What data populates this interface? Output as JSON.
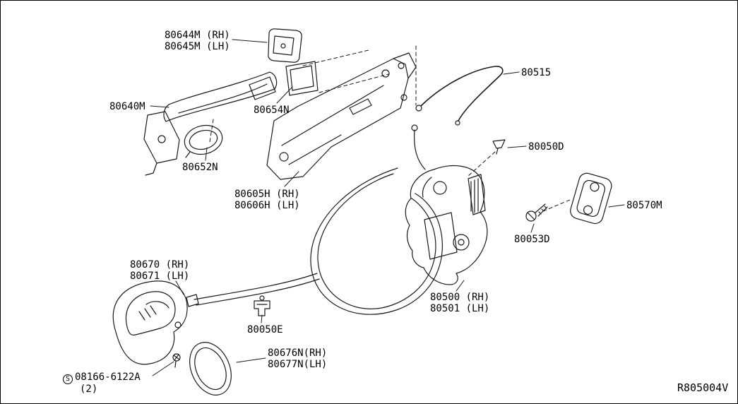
{
  "diagram": {
    "ref_code": "R805004V",
    "labels": {
      "handle_cap": {
        "l1": "80644M (RH)",
        "l2": "80645M (LH)"
      },
      "outside_handle": {
        "l1": "80640M"
      },
      "gasket_front": {
        "l1": "80654N"
      },
      "gasket_rear": {
        "l1": "80652N"
      },
      "handle_base": {
        "l1": "80605H (RH)",
        "l2": "80606H (LH)"
      },
      "lock_rod": {
        "l1": "80515"
      },
      "grommet": {
        "l1": "80050D"
      },
      "striker": {
        "l1": "80570M"
      },
      "striker_screw": {
        "l1": "80053D"
      },
      "door_lock": {
        "l1": "80500 (RH)",
        "l2": "80501 (LH)"
      },
      "inside_handle": {
        "l1": "80670 (RH)",
        "l2": "80671 (LH)"
      },
      "cable_clip": {
        "l1": "80050E"
      },
      "escutcheon": {
        "l1": "80676N(RH)",
        "l2": "80677N(LH)"
      },
      "screw": {
        "badge": "S",
        "l1": "08166-6122A",
        "l2": "(2)"
      }
    }
  }
}
